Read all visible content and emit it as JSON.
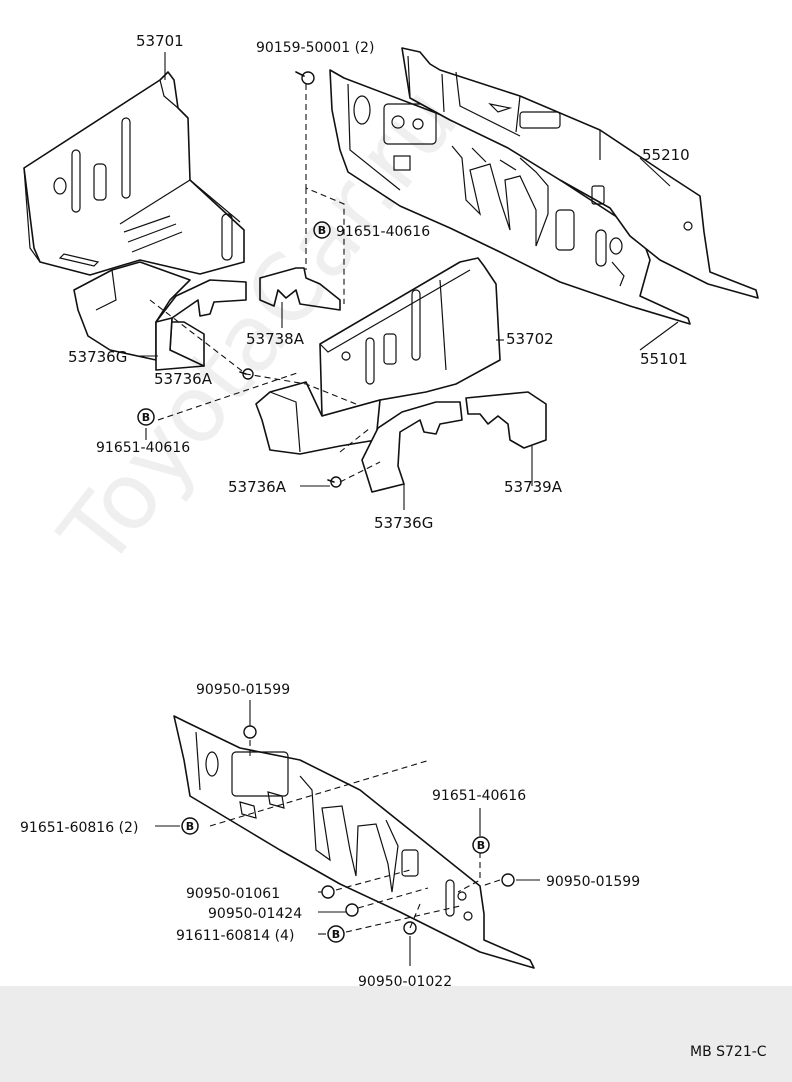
{
  "parts": {
    "p53701": "53701",
    "p90159": "90159-50001 (2)",
    "p91651a": "91651-40616",
    "p55210": "55210",
    "p53702": "53702",
    "p53738A": "53738A",
    "p55101": "55101",
    "p53736G_left": "53736G",
    "p53736A_left": "53736A",
    "p91651b": "91651-40616",
    "p53736A_mid": "53736A",
    "p53739A": "53739A",
    "p53736G_mid": "53736G",
    "p90950_01599_top": "90950-01599",
    "p91651_60816": "91651-60816 (2)",
    "p91651c": "91651-40616",
    "p90950_01599_right": "90950-01599",
    "p90950_01061": "90950-01061",
    "p90950_01424": "90950-01424",
    "p91611_60814": "91611-60814 (4)",
    "p90950_01022": "90950-01022"
  },
  "bolt_marker": "B",
  "watermark": "ToyotaCar.ru",
  "doc_code": "MB S721-C"
}
